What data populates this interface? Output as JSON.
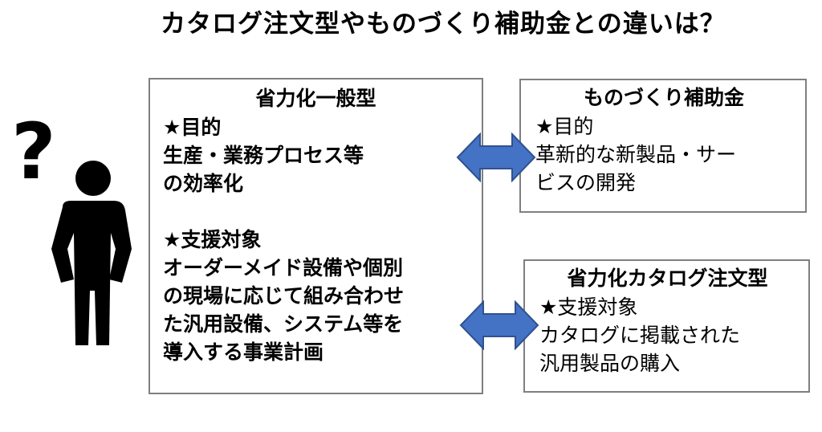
{
  "title": "カタログ注文型やものづくり補助金との違いは？",
  "main_box": {
    "heading": "省力化一般型",
    "purpose_label": "★目的",
    "purpose_lines": [
      "生産・業務プロセス等",
      "の効率化"
    ],
    "target_label": "★支援対象",
    "target_lines": [
      "オーダーメイド設備や個別",
      "の現場に応じて組み合わせ",
      "た汎用設備、システム等を",
      "導入する事業計画"
    ]
  },
  "monozukuri_box": {
    "heading": "ものづくり補助金",
    "purpose_label": "★目的",
    "purpose_lines": [
      "革新的な新製品・サー",
      "ビスの開発"
    ]
  },
  "catalog_box": {
    "heading": "省力化カタログ注文型",
    "target_label": "★支援対象",
    "target_lines": [
      "カタログに掲載された",
      "汎用製品の購入"
    ]
  },
  "icons": [
    "question-mark-icon",
    "person-icon",
    "double-arrow-icon"
  ],
  "colors": {
    "arrow_fill": "#4472c4",
    "arrow_stroke": "#2f528f",
    "box_border": "#7f7f7f"
  }
}
